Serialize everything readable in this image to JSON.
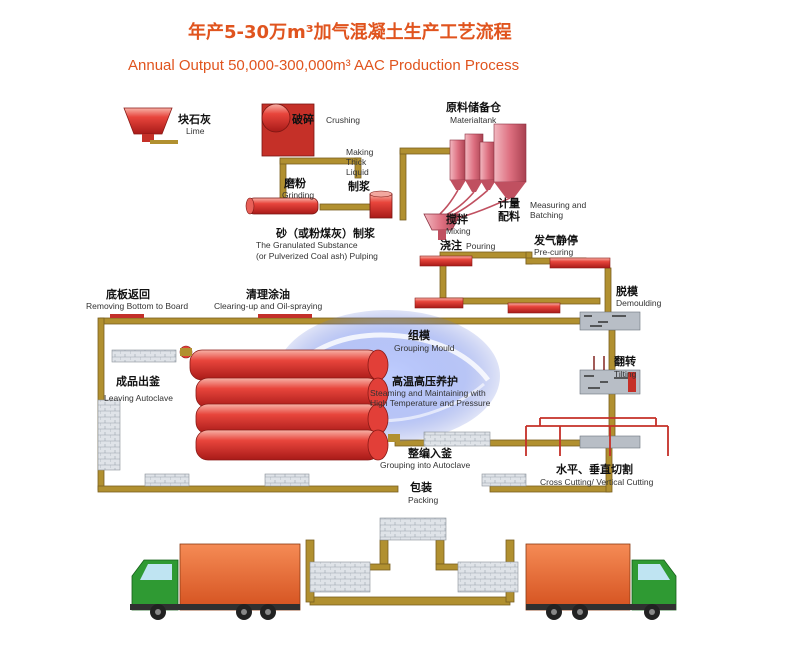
{
  "title": {
    "cn": "年产5-30万m³加气混凝土生产工艺流程",
    "en": "Annual Output 50,000-300,000m³ AAC Production Process"
  },
  "steps": {
    "lime": {
      "cn": "块石灰",
      "en": "Lime"
    },
    "crushing": {
      "cn": "破碎",
      "en": "Crushing"
    },
    "material_tank": {
      "cn": "原料储备仓",
      "en": "Materialtank"
    },
    "thick_liquid": {
      "cn": "制浆",
      "en": "Making Thick Liquid"
    },
    "grinding": {
      "cn": "磨粉",
      "en": "Grinding"
    },
    "measuring": {
      "cn": "计量配料",
      "en": "Measuring and Batching"
    },
    "mixing": {
      "cn": "搅拌",
      "en": "Mixing"
    },
    "pouring": {
      "cn": "浇注",
      "en": "Pouring"
    },
    "pulping": {
      "cn": "砂（或粉煤灰）制浆",
      "en_1": "The Granulated Substance",
      "en_2": "(or Pulverized Coal ash) Pulping"
    },
    "pre_curing": {
      "cn": "发气静停",
      "en": "Pre-curing"
    },
    "demoulding": {
      "cn": "脱模",
      "en": "Demoulding"
    },
    "removing_board": {
      "cn": "底板返回",
      "en": "Removing Bottom to Board"
    },
    "oil_spraying": {
      "cn": "清理涂油",
      "en": "Clearing-up and Oil-spraying"
    },
    "grouping_mould": {
      "cn": "组模",
      "en": "Grouping Mould"
    },
    "tilting": {
      "cn": "翻转",
      "en": "Tilting"
    },
    "leaving_autoclave": {
      "cn": "成品出釜",
      "en": "Leaving Autoclave"
    },
    "steaming": {
      "cn": "高温高压养护",
      "en_1": "Steaming and Maintaining with",
      "en_2": "High Temperature and Pressure"
    },
    "grouping_autoclave": {
      "cn": "整编入釜",
      "en": "Grouping into Autoclave"
    },
    "cutting": {
      "cn": "水平、垂直切割",
      "en": "Cross Cutting/ Vertical Cutting"
    },
    "packing": {
      "cn": "包装",
      "en": "Packing"
    }
  },
  "colors": {
    "title": "#e0541e",
    "belt": "#b19030",
    "belt_edge": "#7a6020",
    "cylinder": "#e8453c",
    "truck_cab": "#2f9a33",
    "truck_box": "#ee6a2e",
    "block": "#d8dde2",
    "tank": "#d86070"
  }
}
